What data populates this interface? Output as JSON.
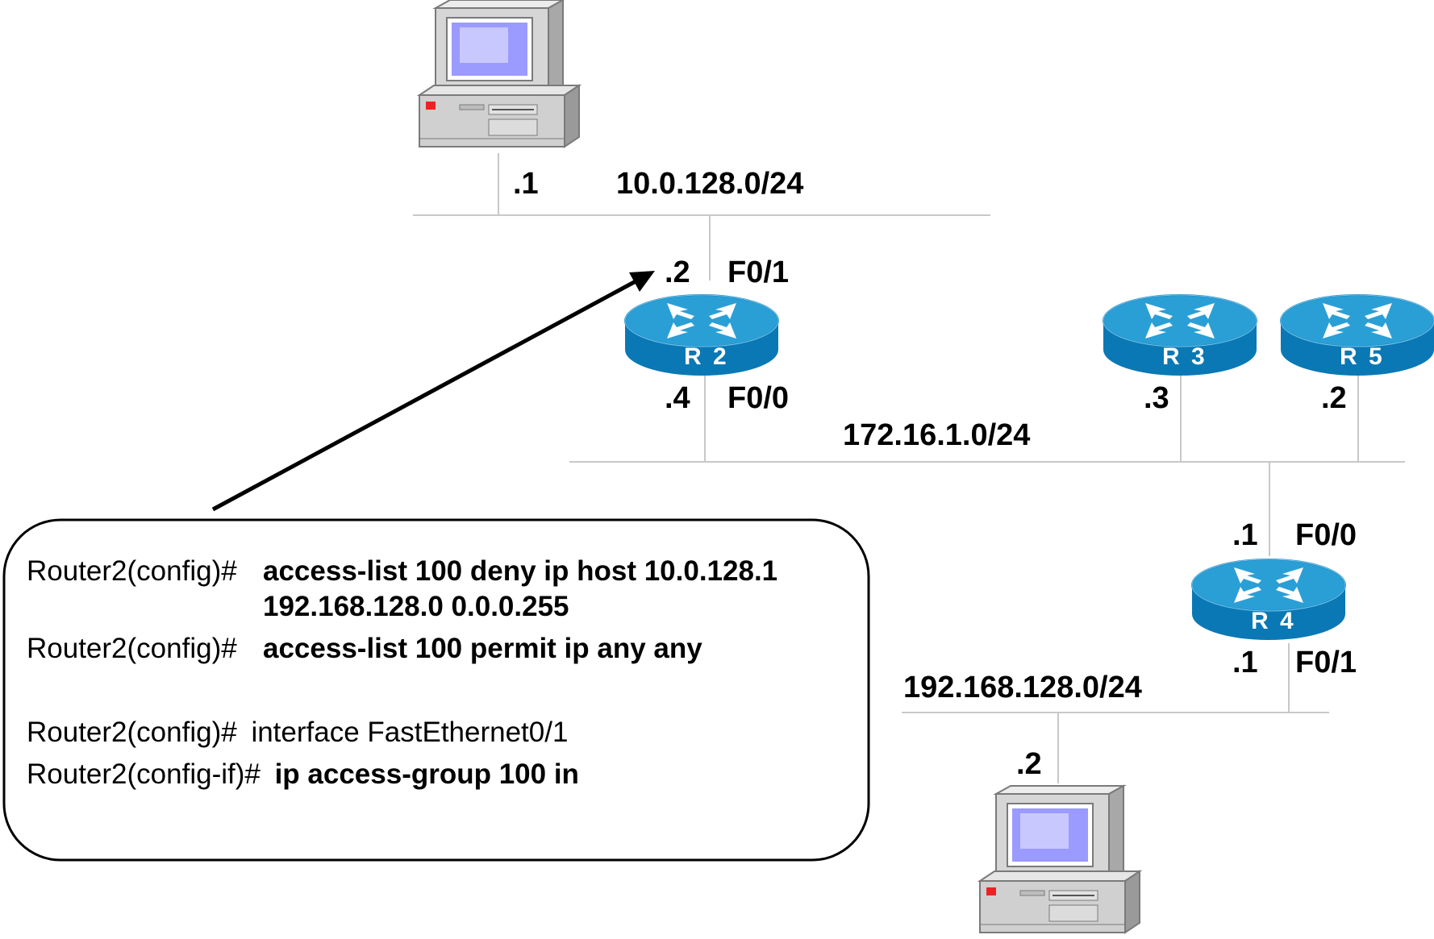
{
  "networks": {
    "top": "10.0.128.0/24",
    "middle": "172.16.1.0/24",
    "bottom": "192.168.128.0/24"
  },
  "hosts": {
    "top": {
      "address": ".1"
    },
    "bottom": {
      "address": ".2"
    }
  },
  "routers": {
    "r2": {
      "name": "R 2",
      "upper_addr": ".2",
      "upper_if": "F0/1",
      "lower_addr": ".4",
      "lower_if": "F0/0"
    },
    "r3": {
      "name": "R 3",
      "addr": ".3"
    },
    "r5": {
      "name": "R 5",
      "addr": ".2"
    },
    "r4": {
      "name": "R 4",
      "upper_addr": ".1",
      "upper_if": "F0/0",
      "lower_addr": ".1",
      "lower_if": "F0/1"
    }
  },
  "config": {
    "line1": {
      "prompt": "Router2(config)#",
      "command": "access-list 100 deny ip host 10.0.128.1"
    },
    "line1b": {
      "command": "192.168.128.0 0.0.0.255"
    },
    "line2": {
      "prompt": "Router2(config)#",
      "command": "access-list 100 permit ip any any"
    },
    "line3": {
      "prompt": "Router2(config)#",
      "command": "interface FastEthernet0/1"
    },
    "line4": {
      "prompt": "Router2(config-if)#",
      "command": "ip access-group 100 in"
    }
  },
  "colors": {
    "router_top": "#2a9fd6",
    "router_side": "#0a78b4",
    "router_arrows": "#ffffff",
    "network_line": "#c8c8c8",
    "pc_body": "#d4d4d4",
    "pc_screen": "#8c8cff"
  }
}
